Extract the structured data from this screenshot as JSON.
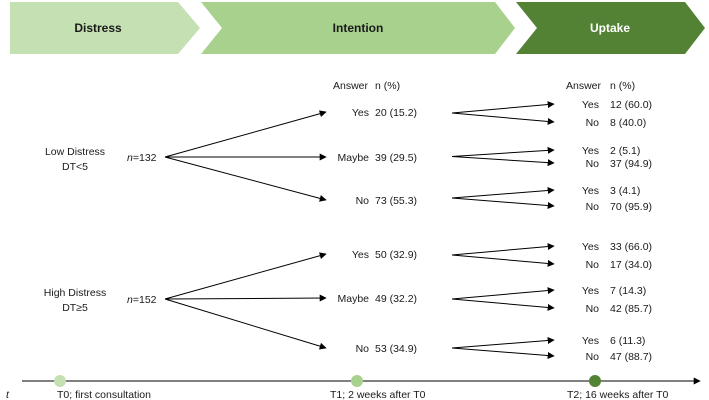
{
  "stages": {
    "distress": "Distress",
    "intention": "Intention",
    "uptake": "Uptake"
  },
  "column_headers": {
    "intention_answer": "Answer",
    "intention_n": "n (%)",
    "uptake_answer": "Answer",
    "uptake_n": "n (%)"
  },
  "groups": [
    {
      "label_line1": "Low Distress",
      "label_line2": "DT<5",
      "n_prefix": "n",
      "n_value": "=132",
      "branches": [
        {
          "answer": "Yes",
          "count": "20 (15.2)",
          "uptake": [
            {
              "answer": "Yes",
              "count": "12 (60.0)"
            },
            {
              "answer": "No",
              "count": "8 (40.0)"
            }
          ]
        },
        {
          "answer": "Maybe",
          "count": "39 (29.5)",
          "uptake": [
            {
              "answer": "Yes",
              "count": "2 (5.1)"
            },
            {
              "answer": "No",
              "count": "37 (94.9)"
            }
          ]
        },
        {
          "answer": "No",
          "count": "73 (55.3)",
          "uptake": [
            {
              "answer": "Yes",
              "count": "3 (4.1)"
            },
            {
              "answer": "No",
              "count": "70 (95.9)"
            }
          ]
        }
      ]
    },
    {
      "label_line1": "High Distress",
      "label_line2": "DT≥5",
      "n_prefix": "n",
      "n_value": "=152",
      "branches": [
        {
          "answer": "Yes",
          "count": "50 (32.9)",
          "uptake": [
            {
              "answer": "Yes",
              "count": "33 (66.0)"
            },
            {
              "answer": "No",
              "count": "17 (34.0)"
            }
          ]
        },
        {
          "answer": "Maybe",
          "count": "49 (32.2)",
          "uptake": [
            {
              "answer": "Yes",
              "count": "7 (14.3)"
            },
            {
              "answer": "No",
              "count": "42 (85.7)"
            }
          ]
        },
        {
          "answer": "No",
          "count": "53 (34.9)",
          "uptake": [
            {
              "answer": "Yes",
              "count": "6 (11.3)"
            },
            {
              "answer": "No",
              "count": "47 (88.7)"
            }
          ]
        }
      ]
    }
  ],
  "timeline": {
    "axis_label": "t",
    "points": [
      {
        "label": "T0; first consultation"
      },
      {
        "label": "T1; 2 weeks after T0"
      },
      {
        "label": "T2; 16 weeks after T0"
      }
    ]
  },
  "colors": {
    "stage_light": "#c5e0b3",
    "stage_mid": "#a9d18e",
    "stage_dark": "#548235",
    "dot_light": "#c5e0b3",
    "dot_mid": "#a9d18e",
    "dot_dark": "#548235",
    "line": "#000000"
  }
}
